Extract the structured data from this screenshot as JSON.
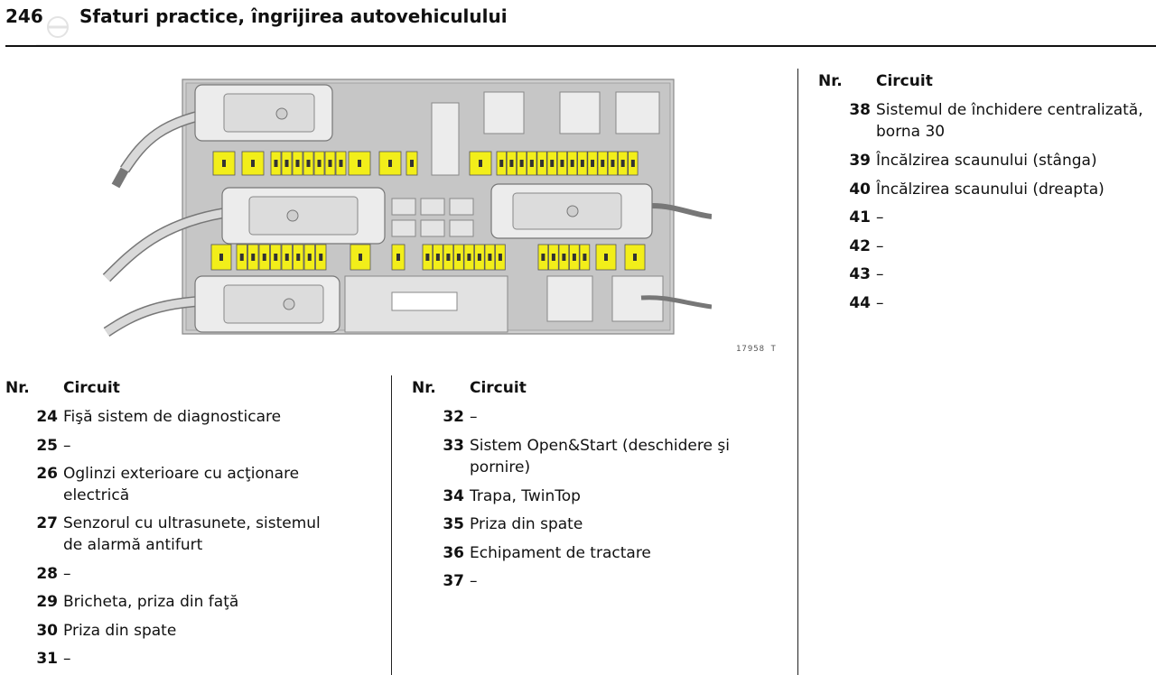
{
  "header": {
    "page_number": "246",
    "title": "Sfaturi practice, îngrijirea autovehiculului"
  },
  "diagram": {
    "code": "17958 T"
  },
  "columns": [
    {
      "nr_label": "Nr.",
      "circuit_label": "Circuit",
      "rows": [
        {
          "num": "24",
          "desc": "Fişă sistem de diagnosticare"
        },
        {
          "num": "25",
          "desc": "–"
        },
        {
          "num": "26",
          "desc": "Oglinzi exterioare cu acţionare electrică"
        },
        {
          "num": "27",
          "desc": "Senzorul cu ultrasunete, sistemul de alarmă antifurt"
        },
        {
          "num": "28",
          "desc": "–"
        },
        {
          "num": "29",
          "desc": "Bricheta, priza din faţă"
        },
        {
          "num": "30",
          "desc": "Priza din spate"
        },
        {
          "num": "31",
          "desc": "–"
        }
      ]
    },
    {
      "nr_label": "Nr.",
      "circuit_label": "Circuit",
      "rows": [
        {
          "num": "32",
          "desc": "–"
        },
        {
          "num": "33",
          "desc": "Sistem Open&Start (deschidere şi pornire)"
        },
        {
          "num": "34",
          "desc": "Trapa, TwinTop"
        },
        {
          "num": "35",
          "desc": "Priza din spate"
        },
        {
          "num": "36",
          "desc": "Echipament de tractare"
        },
        {
          "num": "37",
          "desc": "–"
        }
      ]
    },
    {
      "nr_label": "Nr.",
      "circuit_label": "Circuit",
      "rows": [
        {
          "num": "38",
          "desc": "Sistemul de închidere centralizată, borna 30"
        },
        {
          "num": "39",
          "desc": "Încălzirea scaunului (stânga)"
        },
        {
          "num": "40",
          "desc": "Încălzirea scaunului (dreapta)"
        },
        {
          "num": "41",
          "desc": "–"
        },
        {
          "num": "42",
          "desc": "–"
        },
        {
          "num": "43",
          "desc": "–"
        },
        {
          "num": "44",
          "desc": "–"
        }
      ]
    }
  ],
  "colors": {
    "fuse_yellow": "#f2ee1a",
    "panel_grey": "#c8c8c8",
    "connector_grey": "#e6e6e6"
  }
}
